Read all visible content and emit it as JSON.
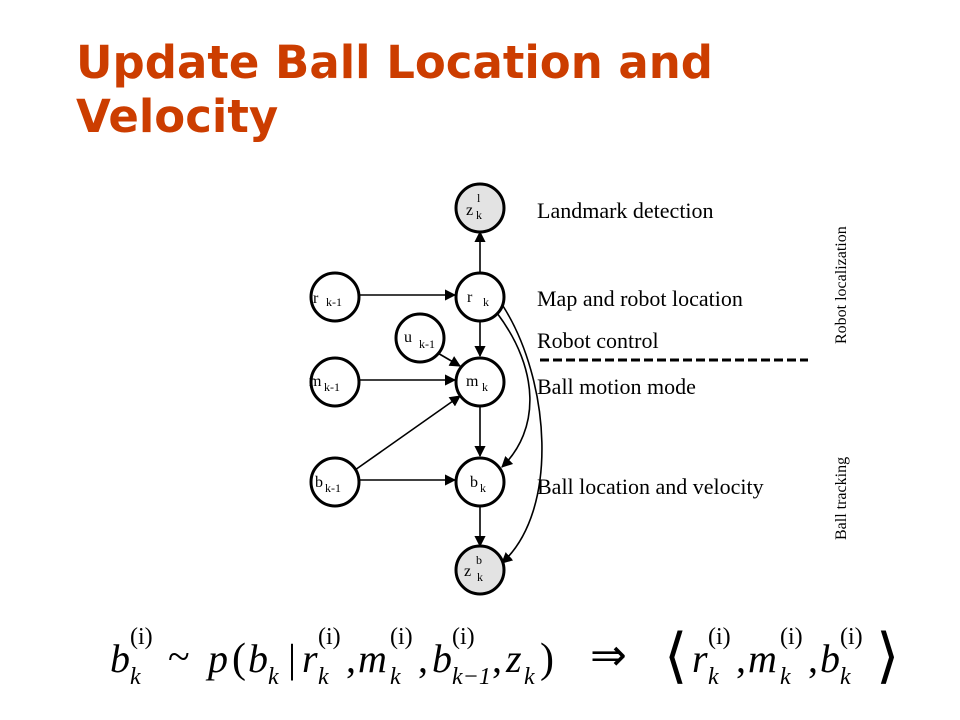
{
  "title": "Update Ball Location and Velocity",
  "nodes": {
    "z_l": {
      "main": "z",
      "sub": "k",
      "sup": "l"
    },
    "r_prev": {
      "main": "r",
      "sub": "k-1"
    },
    "r_k": {
      "main": "r",
      "sub": "k"
    },
    "u_prev": {
      "main": "u",
      "sub": "k-1"
    },
    "m_prev": {
      "main": "m",
      "sub": "k-1"
    },
    "m_k": {
      "main": "m",
      "sub": "k"
    },
    "b_prev": {
      "main": "b",
      "sub": "k-1"
    },
    "b_k": {
      "main": "b",
      "sub": "k"
    },
    "z_b": {
      "main": "z",
      "sub": "k",
      "sup": "b"
    }
  },
  "layers": {
    "landmark": "Landmark detection",
    "map_robot": "Map and robot location",
    "robot_control": "Robot control",
    "ball_motion": "Ball motion mode",
    "ball_location": "Ball location and velocity"
  },
  "side_labels": {
    "robot_localization": "Robot localization",
    "ball_tracking": "Ball tracking"
  },
  "formula": {
    "lhs_var": "b",
    "sample_symbol": "~",
    "dist_fn": "p",
    "open_paren": "(",
    "given_bar": "|",
    "close_paren": ")",
    "comma": ",",
    "implies": "⇒",
    "langle": "⟨",
    "rangle": "⟩",
    "superscript_i": "(i)",
    "sub_k": "k",
    "sub_k_minus_1": "k−1",
    "var_b": "b",
    "var_r": "r",
    "var_m": "m",
    "var_z": "z"
  }
}
